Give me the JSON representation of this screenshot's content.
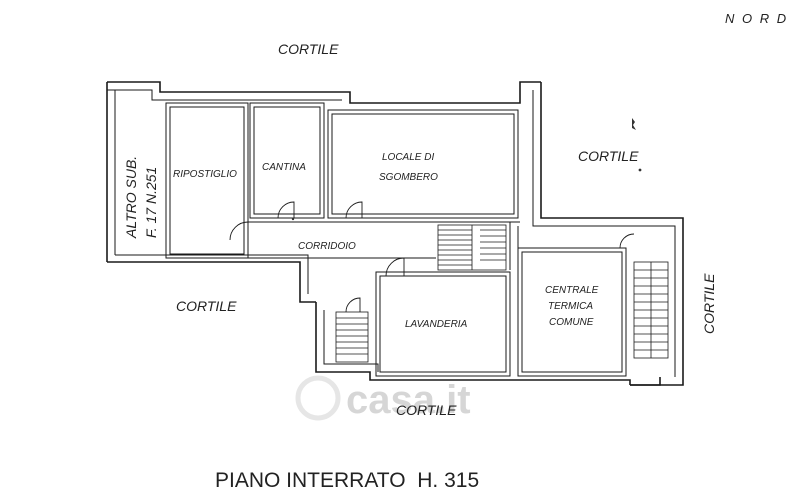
{
  "compass": "N O R D",
  "yards": {
    "top": "CORTILE",
    "right_upper": "CORTILE",
    "left_lower": "CORTILE",
    "bottom": "CORTILE",
    "right_vertical": "CORTILE"
  },
  "neighbor": {
    "line1": "ALTRO SUB.",
    "line2": "F. 17 N.251"
  },
  "rooms": {
    "ripostiglio": "RIPOSTIGLIO",
    "cantina": "CANTINA",
    "locale_line1": "LOCALE DI",
    "locale_line2": "SGOMBERO",
    "corridoio": "CORRIDOIO",
    "lavanderia": "LAVANDERIA",
    "centrale_line1": "CENTRALE",
    "centrale_line2": "TERMICA",
    "centrale_line3": "COMUNE"
  },
  "title": "PIANO INTERRATO  H. 315",
  "watermark": "casa.it"
}
